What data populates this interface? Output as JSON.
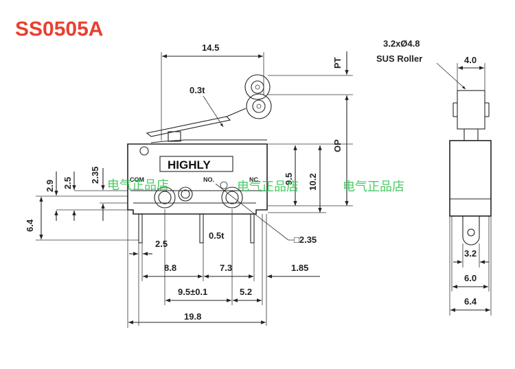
{
  "title": "SS0505A",
  "brand_label": "HIGHLY",
  "pins": {
    "com": "COM",
    "no": "NO.",
    "nc": "NC."
  },
  "watermark": {
    "text1": "电气正品店",
    "text2": "电气正品店",
    "text3": "电气正品店"
  },
  "roller_note": {
    "line1": "3.2xØ4.8",
    "line2": "SUS Roller"
  },
  "labels": {
    "pt": "PT",
    "op": "OP",
    "lever": "0.3t",
    "pin_thickness": "0.5t",
    "pin_square": "□2.35"
  },
  "dimensions": {
    "width_top": "14.5",
    "h29": "2.9",
    "h25": "2.5",
    "h235": "2.35",
    "h64": "6.4",
    "h95": "9.5",
    "h102": "10.2",
    "d25": "2.5",
    "d88": "8.8",
    "d73": "7.3",
    "d185": "1.85",
    "d95": "9.5±0.1",
    "d52": "5.2",
    "d198": "19.8",
    "roller_w": "4.0",
    "side_32": "3.2",
    "side_60": "6.0",
    "side_64": "6.4"
  },
  "colors": {
    "title": "#e8402f",
    "watermark": "#29c24a",
    "line": "#222222"
  }
}
